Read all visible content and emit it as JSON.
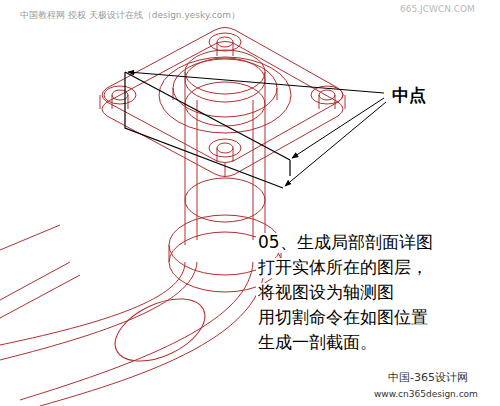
{
  "diagram": {
    "labels": [
      "中国教程网 授权 天极设计在线（design.yesky.com）",
      "665.JCWCN.COM",
      "中点",
      "05、生成局部剖面详图",
      "打开实体所在的图层，",
      "将视图设为轴测图",
      "用切割命令在如图位置",
      "生成一剖截面。",
      "中国-365设计网",
      "www.cn365design.com"
    ]
  }
}
